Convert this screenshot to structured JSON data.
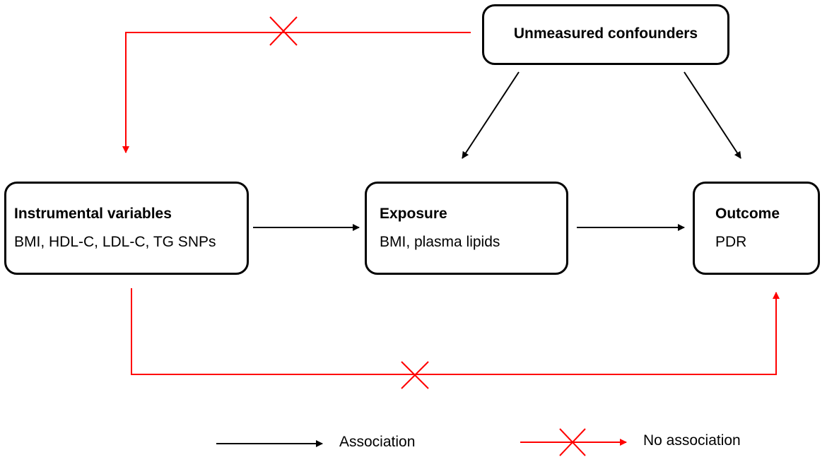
{
  "nodes": {
    "confounders": {
      "title": "Unmeasured confounders"
    },
    "instrumental": {
      "title": "Instrumental variables",
      "subtitle": "BMI, HDL-C, LDL-C, TG SNPs"
    },
    "exposure": {
      "title": "Exposure",
      "subtitle": "BMI, plasma lipids"
    },
    "outcome": {
      "title": "Outcome",
      "subtitle": "PDR"
    }
  },
  "edges": [
    {
      "from": "instrumental",
      "to": "exposure",
      "type": "association"
    },
    {
      "from": "exposure",
      "to": "outcome",
      "type": "association"
    },
    {
      "from": "confounders",
      "to": "exposure",
      "type": "association"
    },
    {
      "from": "confounders",
      "to": "outcome",
      "type": "association"
    },
    {
      "from": "confounders",
      "to": "instrumental",
      "type": "no association"
    },
    {
      "from": "instrumental",
      "to": "outcome",
      "type": "no association"
    }
  ],
  "legend": {
    "association_label": "Association",
    "no_association_label": "No association"
  },
  "colors": {
    "association": "#000000",
    "no_association": "#ff0000"
  }
}
